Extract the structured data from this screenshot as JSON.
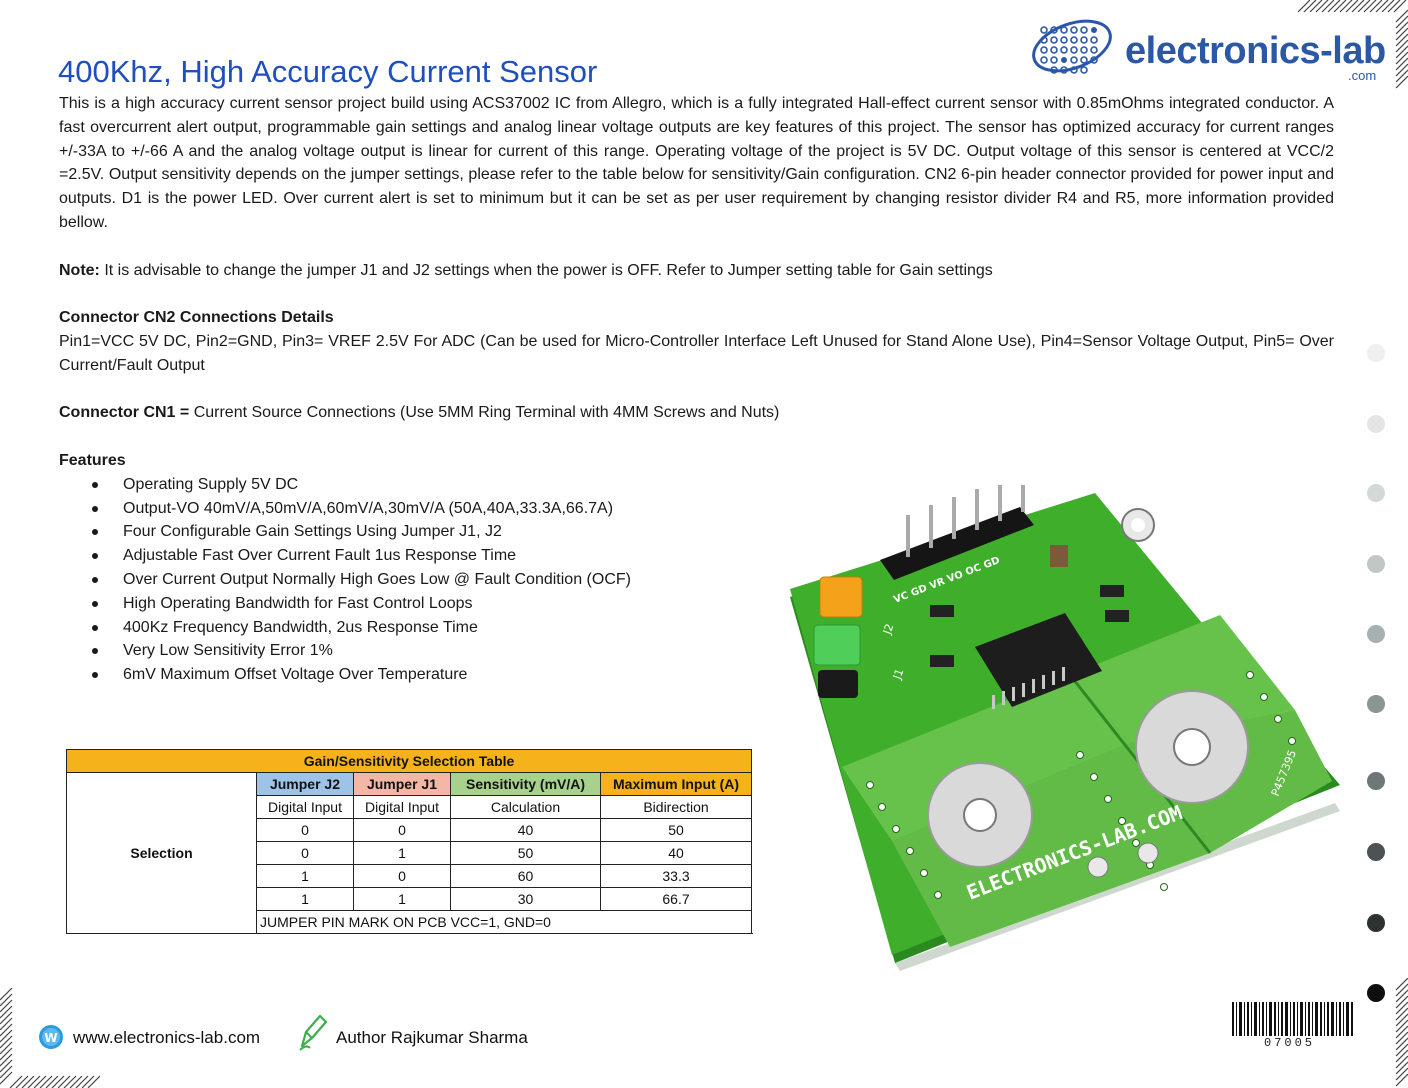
{
  "brand": {
    "name": "electronics-lab",
    "suffix": ".com"
  },
  "title": "400Khz, High Accuracy Current Sensor",
  "intro": "This is a high accuracy current sensor project build using ACS37002 IC from Allegro, which is a fully integrated Hall-effect current sensor with 0.85mOhms integrated conductor. A fast overcurrent alert output, programmable gain settings and analog linear voltage outputs are key features of this project. The sensor has optimized accuracy for current ranges +/-33A to +/-66 A and the analog voltage output is linear for current of this range. Operating voltage of the project is 5V DC. Output voltage of this sensor is centered at VCC/2 =2.5V. Output sensitivity depends on the jumper settings, please refer to the table below for sensitivity/Gain configuration. CN2 6-pin header connector provided for power input and outputs. D1 is the power LED. Over current alert is set to minimum but it can be set as per user requirement by changing resistor divider R4 and R5, more information provided bellow.",
  "note": {
    "label": "Note:",
    "text": " It is advisable to change the jumper J1 and J2 settings when the power is OFF. Refer to Jumper setting table for Gain settings"
  },
  "cn2": {
    "heading": "Connector CN2 Connections Details",
    "text": "Pin1=VCC 5V DC, Pin2=GND, Pin3= VREF 2.5V For ADC (Can be used for Micro-Controller Interface Left Unused for Stand Alone Use), Pin4=Sensor Voltage Output, Pin5= Over Current/Fault Output"
  },
  "cn1": {
    "label": "Connector CN1 =",
    "text": " Current Source Connections (Use 5MM Ring Terminal with 4MM Screws and Nuts)"
  },
  "features": {
    "heading": "Features",
    "items": [
      "Operating Supply 5V DC",
      "Output-VO 40mV/A,50mV/A,60mV/A,30mV/A (50A,40A,33.3A,66.7A)",
      "Four Configurable Gain Settings Using Jumper J1, J2",
      "Adjustable Fast Over Current Fault 1us Response Time",
      "Over Current Output Normally High Goes Low @ Fault Condition (OCF)",
      "High Operating Bandwidth for Fast Control Loops",
      "400Kz Frequency Bandwidth, 2us Response Time",
      "Very Low Sensitivity Error 1%",
      "6mV Maximum Offset Voltage Over Temperature"
    ]
  },
  "table": {
    "title": "Gain/Sensitivity Selection Table",
    "selection_label": "Selection",
    "headers": [
      "Jumper J2",
      "Jumper J1",
      "Sensitivity  (mV/A)",
      "Maximum Input (A)"
    ],
    "subheaders": [
      "Digital Input",
      "Digital Input",
      "Calculation",
      "Bidirection"
    ],
    "rows": [
      [
        "0",
        "0",
        "40",
        "50"
      ],
      [
        "0",
        "1",
        "50",
        "40"
      ],
      [
        "1",
        "0",
        "60",
        "33.3"
      ],
      [
        "1",
        "1",
        "30",
        "66.7"
      ]
    ],
    "footnote": "JUMPER PIN MARK ON PCB VCC=1, GND=0"
  },
  "pcb": {
    "silkscreen_url": "ELECTRONICS-LAB.COM",
    "part_number": "P457395",
    "pin_labels": "VC GD VR VO OC GD",
    "j2_label": "J2",
    "j1_label": "J1"
  },
  "footer": {
    "website": "www.electronics-lab.com",
    "author": "Author Rajkumar Sharma",
    "barcode_number": "07005"
  },
  "colors": {
    "title_blue": "#1f4fbf",
    "brand_blue": "#2b58a6",
    "table_orange": "#f6b21b",
    "table_blue": "#9dc3e6",
    "table_pink": "#f4b6a5",
    "table_green": "#a9d18e",
    "pcb_green": "#3fae2a"
  }
}
